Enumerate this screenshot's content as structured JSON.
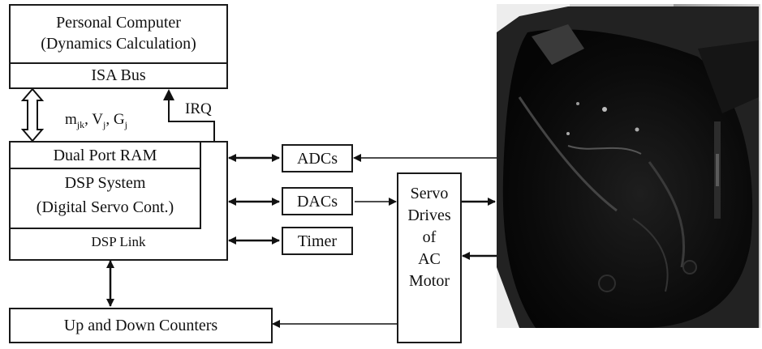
{
  "pc": {
    "line1": "Personal Computer",
    "line2": "(Dynamics Calculation)",
    "bus": "ISA Bus"
  },
  "signals": {
    "m": "m",
    "m_sub": "jk",
    "v": "V",
    "v_sub": "j",
    "g": "G",
    "g_sub": "j",
    "irq": "IRQ"
  },
  "dsp": {
    "ram": "Dual Port RAM",
    "line1": "DSP System",
    "line2": "(Digital Servo Cont.)",
    "link": "DSP Link"
  },
  "peripherals": {
    "adc": "ADCs",
    "dac": "DACs",
    "timer": "Timer"
  },
  "drives": {
    "line1": "Servo",
    "line2": "Drives",
    "line3": "of",
    "line4": "AC",
    "line5": "Motor"
  },
  "counters": "Up and Down Counters"
}
